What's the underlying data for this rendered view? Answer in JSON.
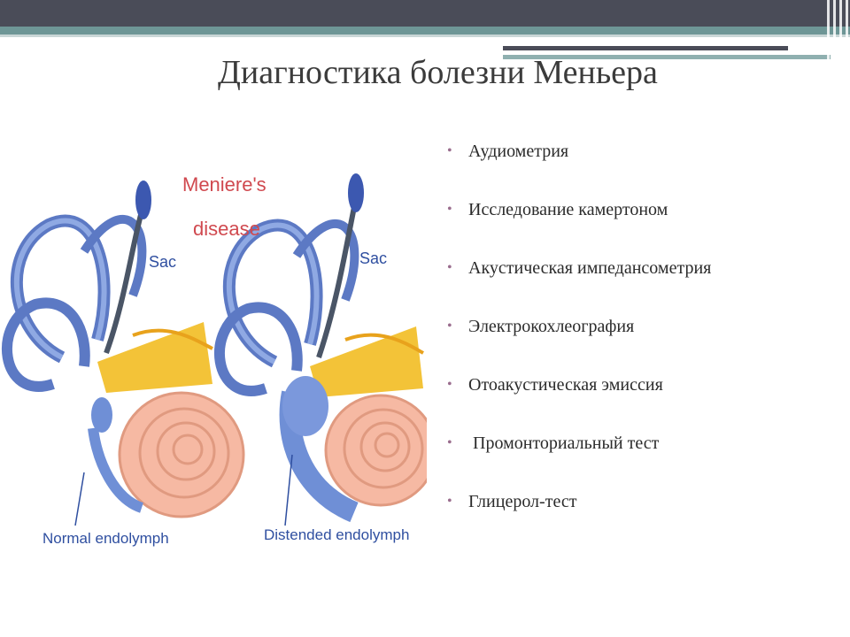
{
  "slide": {
    "title": "Диагностика болезни Меньера",
    "bullet_glyph": "•",
    "items": [
      {
        "label": "Аудиометрия"
      },
      {
        "label": "Исследование камертоном"
      },
      {
        "label": "Акустическая импедансометрия"
      },
      {
        "label": "Электрокохлеография"
      },
      {
        "label": "Отоакустическая эмиссия"
      },
      {
        "label": " Промонториальный тест"
      },
      {
        "label": "Глицерол-тест"
      }
    ]
  },
  "illustration": {
    "heading_line1": "Meniere's",
    "heading_line2": "disease",
    "sac_left": "Sac",
    "sac_right": "Sac",
    "caption_left": "Normal endolymph",
    "caption_right": "Distended endolymph"
  },
  "colors": {
    "topbar": "#4a4c58",
    "teal": "#6e9696",
    "bullet": "#9a6d8e",
    "heading_red": "#d0494f",
    "label_blue": "#2f4fa0",
    "endolymph": "#6f8fd6",
    "cochlea": "#f6b9a3",
    "nerve": "#f3c338"
  }
}
